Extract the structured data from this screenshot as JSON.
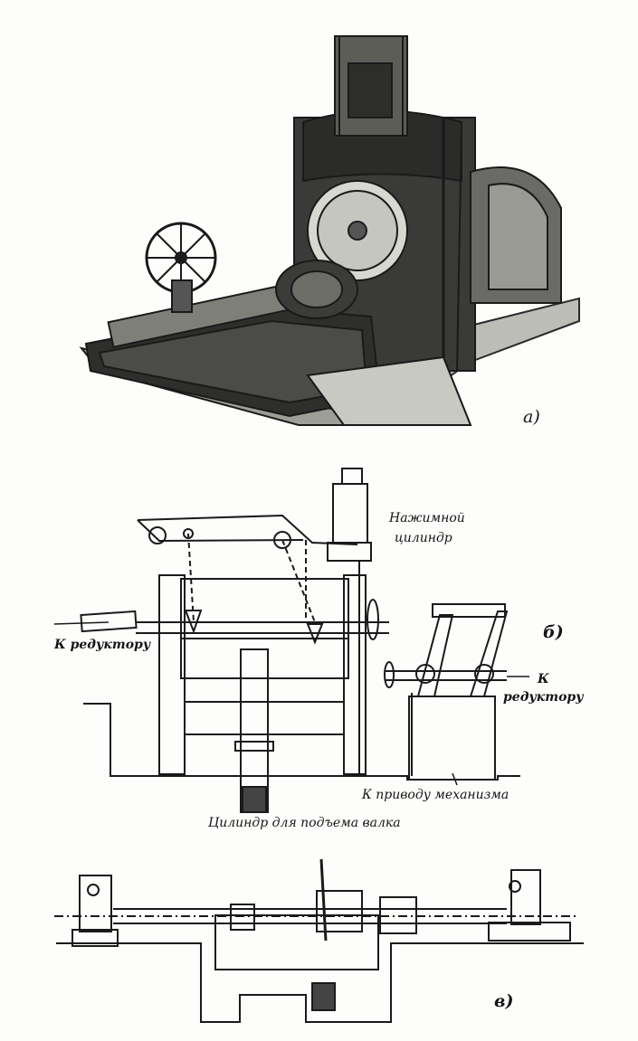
{
  "figure": {
    "panel_a": "а)",
    "panel_b": "б)",
    "panel_v": "в)"
  },
  "labels": {
    "pressure_cylinder_line1": "Нажимной",
    "pressure_cylinder_line2": "цилиндр",
    "to_reducer_left": "К редуктору",
    "to_reducer_right_line1": "К",
    "to_reducer_right_line2": "редуктору",
    "to_drive": "К приводу механизма",
    "lift_cylinder": "Цилиндр для подъема валка"
  }
}
